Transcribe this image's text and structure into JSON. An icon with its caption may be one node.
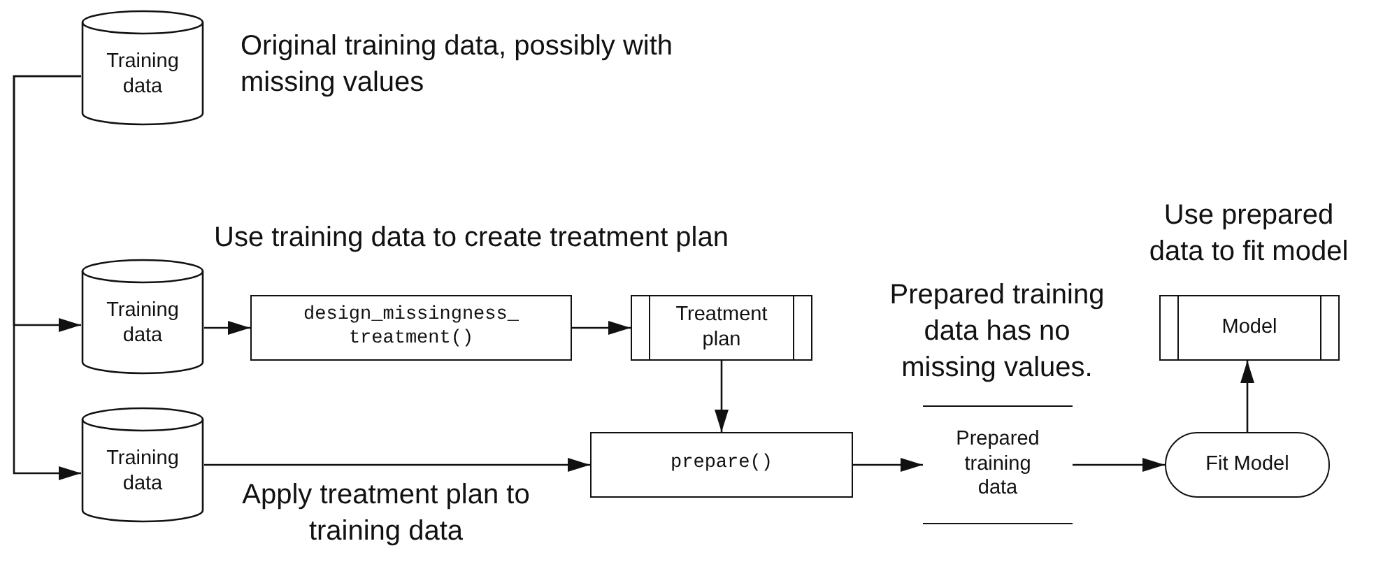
{
  "diagram": {
    "nodes": [
      {
        "text": [
          "Training data"
        ],
        "beside": [
          "Original training data, possibly with missing values"
        ]
      },
      {
        "text": [
          "Training data"
        ]
      },
      {
        "text": [
          "Training data"
        ]
      },
      {
        "text": [
          "design_missingness_ treatment()"
        ]
      },
      {
        "text": [
          "Treatment plan"
        ]
      },
      {
        "text": [
          "prepare()"
        ]
      },
      {
        "text": [
          "Prepared training data"
        ],
        "beside": [
          "Prepared training data has no missing values."
        ]
      },
      {
        "text": [
          "Fit Model"
        ]
      },
      {
        "text": [
          "Model"
        ],
        "beside": [
          "Use prepared data to fit model"
        ]
      }
    ],
    "edges": [
      {
        "from": 0,
        "to": 1,
        "arrow": "to"
      },
      {
        "from": 0,
        "to": 2,
        "arrow": "to"
      },
      {
        "from": 1,
        "to": 3,
        "arrow": "to"
      },
      {
        "from": 3,
        "to": 4,
        "arrow": "to"
      },
      {
        "from": 4,
        "to": 5,
        "arrow": "to"
      },
      {
        "from": 2,
        "to": 5,
        "arrow": "to"
      },
      {
        "from": 5,
        "to": 6,
        "arrow": "to"
      },
      {
        "from": 6,
        "to": 7,
        "arrow": "to"
      },
      {
        "from": 7,
        "to": 8,
        "arrow": "to"
      }
    ],
    "labels": [
      "Use training data to create treatment plan",
      "Apply treatment plan to training data"
    ]
  }
}
